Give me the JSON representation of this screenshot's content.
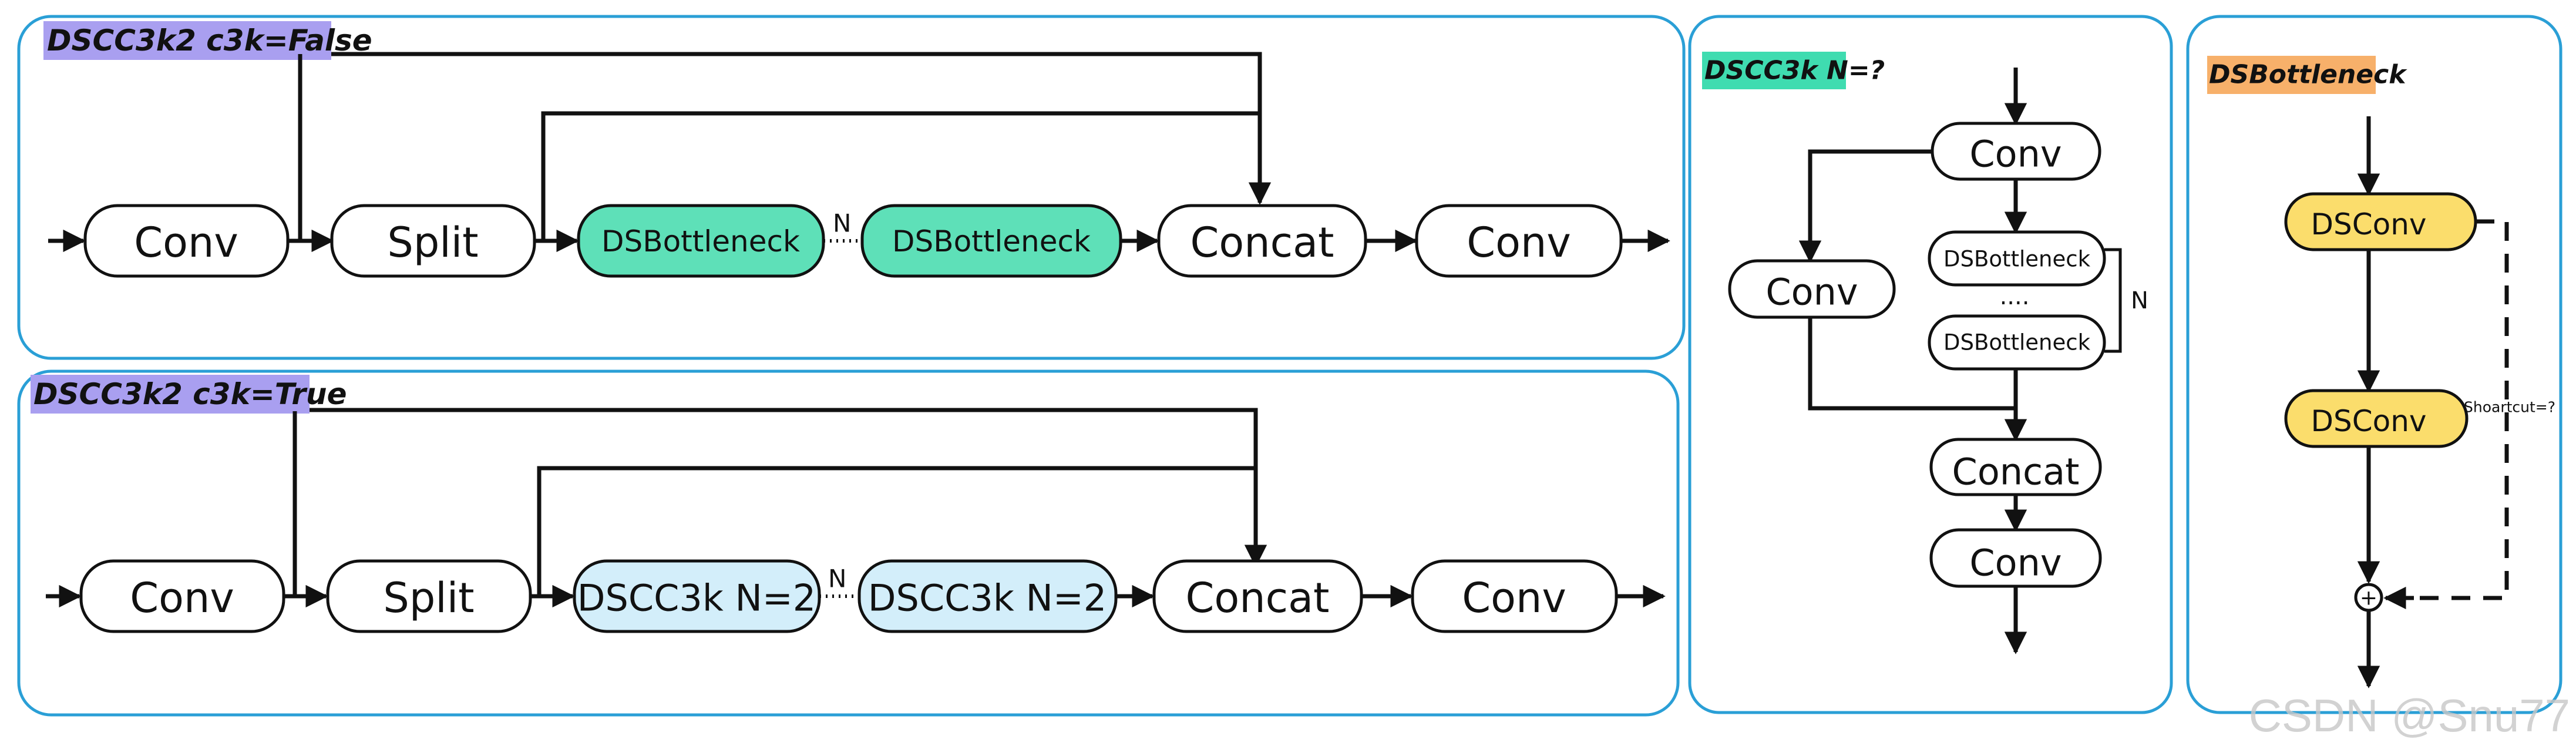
{
  "colors": {
    "panel_border": "#2a9fd6",
    "tag_purple": "#a99ff0",
    "tag_green": "#3fdcb0",
    "tag_orange": "#f7b06a",
    "node_green": "#5ee0b8",
    "node_blue": "#d3eefa",
    "node_yellow": "#fbdd6c"
  },
  "panel_false": {
    "title": "DSCC3k2  c3k=False",
    "nodes": {
      "conv_in": "Conv",
      "split": "Split",
      "bottleneck_1": "DSBottleneck",
      "bottleneck_2": "DSBottleneck",
      "concat": "Concat",
      "conv_out": "Conv"
    },
    "repeat_label": "N"
  },
  "panel_true": {
    "title": "DSCC3k2  c3k=True",
    "nodes": {
      "conv_in": "Conv",
      "split": "Split",
      "dscc3k_1": "DSCC3k  N=2",
      "dscc3k_2": "DSCC3k  N=2",
      "concat": "Concat",
      "conv_out": "Conv"
    },
    "repeat_label": "N"
  },
  "panel_dscc3k": {
    "title": "DSCC3k N=?",
    "nodes": {
      "conv_top": "Conv",
      "conv_side": "Conv",
      "bottleneck_1": "DSBottleneck",
      "ellipsis": "....",
      "bottleneck_2": "DSBottleneck",
      "concat": "Concat",
      "conv_bottom": "Conv"
    },
    "repeat_label": "N"
  },
  "panel_dsbottleneck": {
    "title": "DSBottleneck",
    "nodes": {
      "dsconv_1": "DSConv",
      "dsconv_2": "DSConv",
      "add": "+"
    },
    "shortcut_label": "Shoartcut=?"
  },
  "watermark": "CSDN @Snu77"
}
